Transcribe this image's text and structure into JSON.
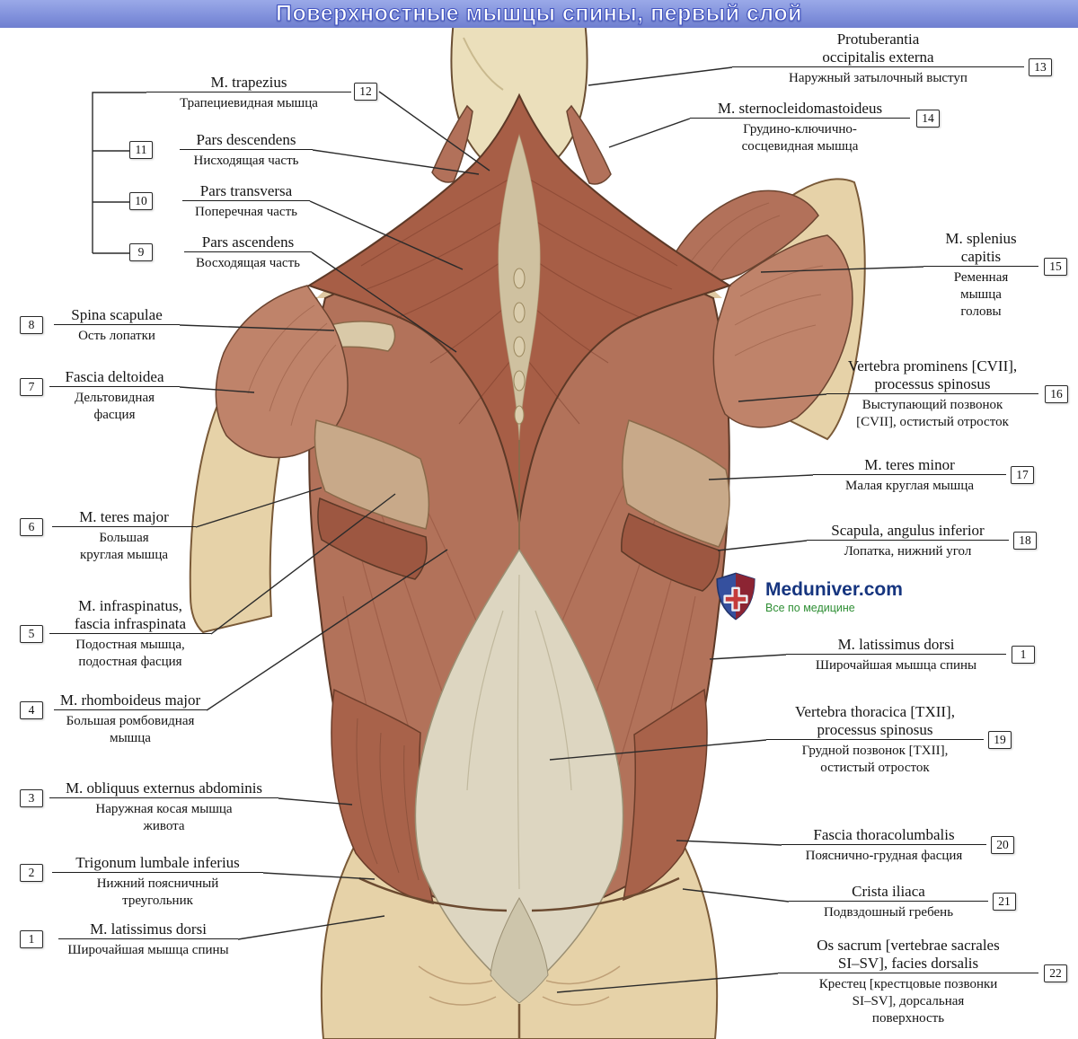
{
  "title": "Поверхностные мышцы спины, первый слой",
  "colors": {
    "title_bar": "#8292dc",
    "title_text": "#ffffff",
    "brand_blue": "#16357f",
    "brand_green": "#2f8f35"
  },
  "watermark": {
    "name": "Meduniver.com",
    "tagline": "Все по медицине"
  },
  "labels_left": [
    {
      "num": "12",
      "latin": "M. trapezius",
      "russian": "Трапециевидная мышца"
    },
    {
      "num": "11",
      "latin": "Pars descendens",
      "russian": "Нисходящая часть"
    },
    {
      "num": "10",
      "latin": "Pars transversa",
      "russian": "Поперечная часть"
    },
    {
      "num": "9",
      "latin": "Pars ascendens",
      "russian": "Восходящая часть"
    },
    {
      "num": "8",
      "latin": "Spina scapulae",
      "russian": "Ость лопатки"
    },
    {
      "num": "7",
      "latin": "Fascia deltoidea",
      "russian": "Дельтовидная\nфасция"
    },
    {
      "num": "6",
      "latin": "M. teres major",
      "russian": "Большая\nкруглая мышца"
    },
    {
      "num": "5",
      "latin": "M. infraspinatus,\nfascia infraspinata",
      "russian": "Подостная мышца,\nподостная фасция"
    },
    {
      "num": "4",
      "latin": "M. rhomboideus major",
      "russian": "Большая ромбовидная\nмышца"
    },
    {
      "num": "3",
      "latin": "M. obliquus externus abdominis",
      "russian": "Наружная косая мышца\nживота"
    },
    {
      "num": "2",
      "latin": "Trigonum lumbale inferius",
      "russian": "Нижний поясничный\nтреугольник"
    },
    {
      "num": "1",
      "latin": "M. latissimus dorsi",
      "russian": "Широчайшая мышца спины"
    }
  ],
  "labels_right": [
    {
      "num": "13",
      "latin": "Protuberantia\noccipitalis externa",
      "russian": "Наружный затылочный выступ"
    },
    {
      "num": "14",
      "latin": "M. sternocleidomastoideus",
      "russian": "Грудино-ключично-\nсосцевидная мышца"
    },
    {
      "num": "15",
      "latin": "M. splenius\ncapitis",
      "russian": "Ременная\nмышца\nголовы"
    },
    {
      "num": "16",
      "latin": "Vertebra prominens [CVII],\nprocessus spinosus",
      "russian": "Выступающий позвонок\n[CVII], остистый отросток"
    },
    {
      "num": "17",
      "latin": "M. teres minor",
      "russian": "Малая круглая мышца"
    },
    {
      "num": "18",
      "latin": "Scapula, angulus inferior",
      "russian": "Лопатка, нижний угол"
    },
    {
      "num": "1",
      "latin": "M. latissimus dorsi",
      "russian": "Широчайшая мышца спины"
    },
    {
      "num": "19",
      "latin": "Vertebra thoracica [TXII],\nprocessus spinosus",
      "russian": "Грудной позвонок [TXII],\nостистый отросток"
    },
    {
      "num": "20",
      "latin": "Fascia thoracolumbalis",
      "russian": "Пояснично-грудная фасция"
    },
    {
      "num": "21",
      "latin": "Crista iliaca",
      "russian": "Подвздошный гребень"
    },
    {
      "num": "22",
      "latin": "Os sacrum [vertebrae sacrales\nSI–SV], facies dorsalis",
      "russian": "Крестец [крестцовые позвонки\nSI–SV], дорсальная\nповерхность"
    }
  ]
}
